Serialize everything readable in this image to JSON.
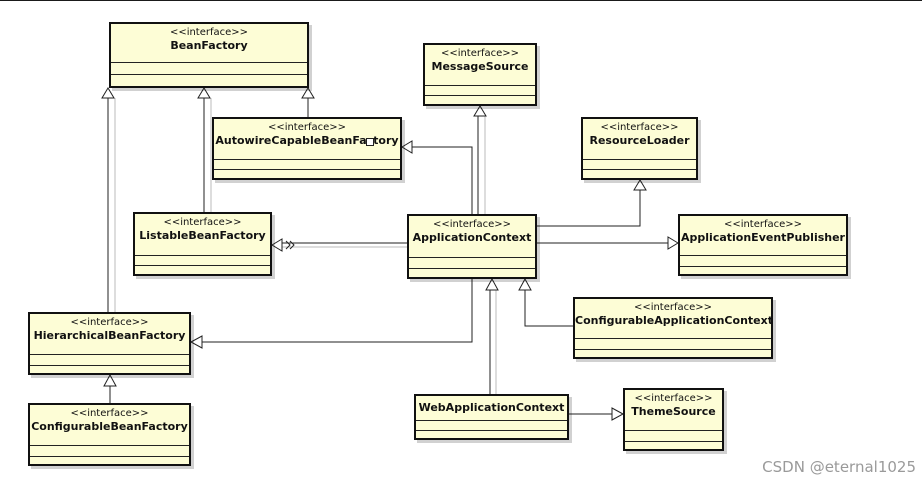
{
  "diagram": {
    "stereotype": "<<interface>>",
    "nodes": [
      {
        "id": "BeanFactory",
        "label": "BeanFactory"
      },
      {
        "id": "MessageSource",
        "label": "MessageSource"
      },
      {
        "id": "AutowireCapableBeanFactory",
        "label": "AutowireCapableBeanFactory"
      },
      {
        "id": "ResourceLoader",
        "label": "ResourceLoader"
      },
      {
        "id": "ListableBeanFactory",
        "label": "ListableBeanFactory"
      },
      {
        "id": "ApplicationContext",
        "label": "ApplicationContext"
      },
      {
        "id": "ApplicationEventPublisher",
        "label": "ApplicationEventPublisher"
      },
      {
        "id": "ConfigurableApplicationContext",
        "label": "ConfigurableApplicationContext"
      },
      {
        "id": "HierarchicalBeanFactory",
        "label": "HierarchicalBeanFactory"
      },
      {
        "id": "WebApplicationContext",
        "label": "WebApplicationContext"
      },
      {
        "id": "ThemeSource",
        "label": "ThemeSource"
      },
      {
        "id": "ConfigurableBeanFactory",
        "label": "ConfigurableBeanFactory"
      }
    ],
    "edges": [
      {
        "from": "HierarchicalBeanFactory",
        "to": "BeanFactory"
      },
      {
        "from": "ListableBeanFactory",
        "to": "BeanFactory"
      },
      {
        "from": "AutowireCapableBeanFactory",
        "to": "BeanFactory"
      },
      {
        "from": "ApplicationContext",
        "to": "MessageSource"
      },
      {
        "from": "ApplicationContext",
        "to": "AutowireCapableBeanFactory"
      },
      {
        "from": "ApplicationContext",
        "to": "ResourceLoader"
      },
      {
        "from": "ApplicationContext",
        "to": "ListableBeanFactory"
      },
      {
        "from": "ApplicationContext",
        "to": "ApplicationEventPublisher"
      },
      {
        "from": "ApplicationContext",
        "to": "HierarchicalBeanFactory"
      },
      {
        "from": "ConfigurableApplicationContext",
        "to": "ApplicationContext"
      },
      {
        "from": "WebApplicationContext",
        "to": "ApplicationContext"
      },
      {
        "from": "WebApplicationContext",
        "to": "ThemeSource"
      },
      {
        "from": "ConfigurableBeanFactory",
        "to": "HierarchicalBeanFactory"
      }
    ]
  },
  "watermark": "CSDN @eternal1025"
}
